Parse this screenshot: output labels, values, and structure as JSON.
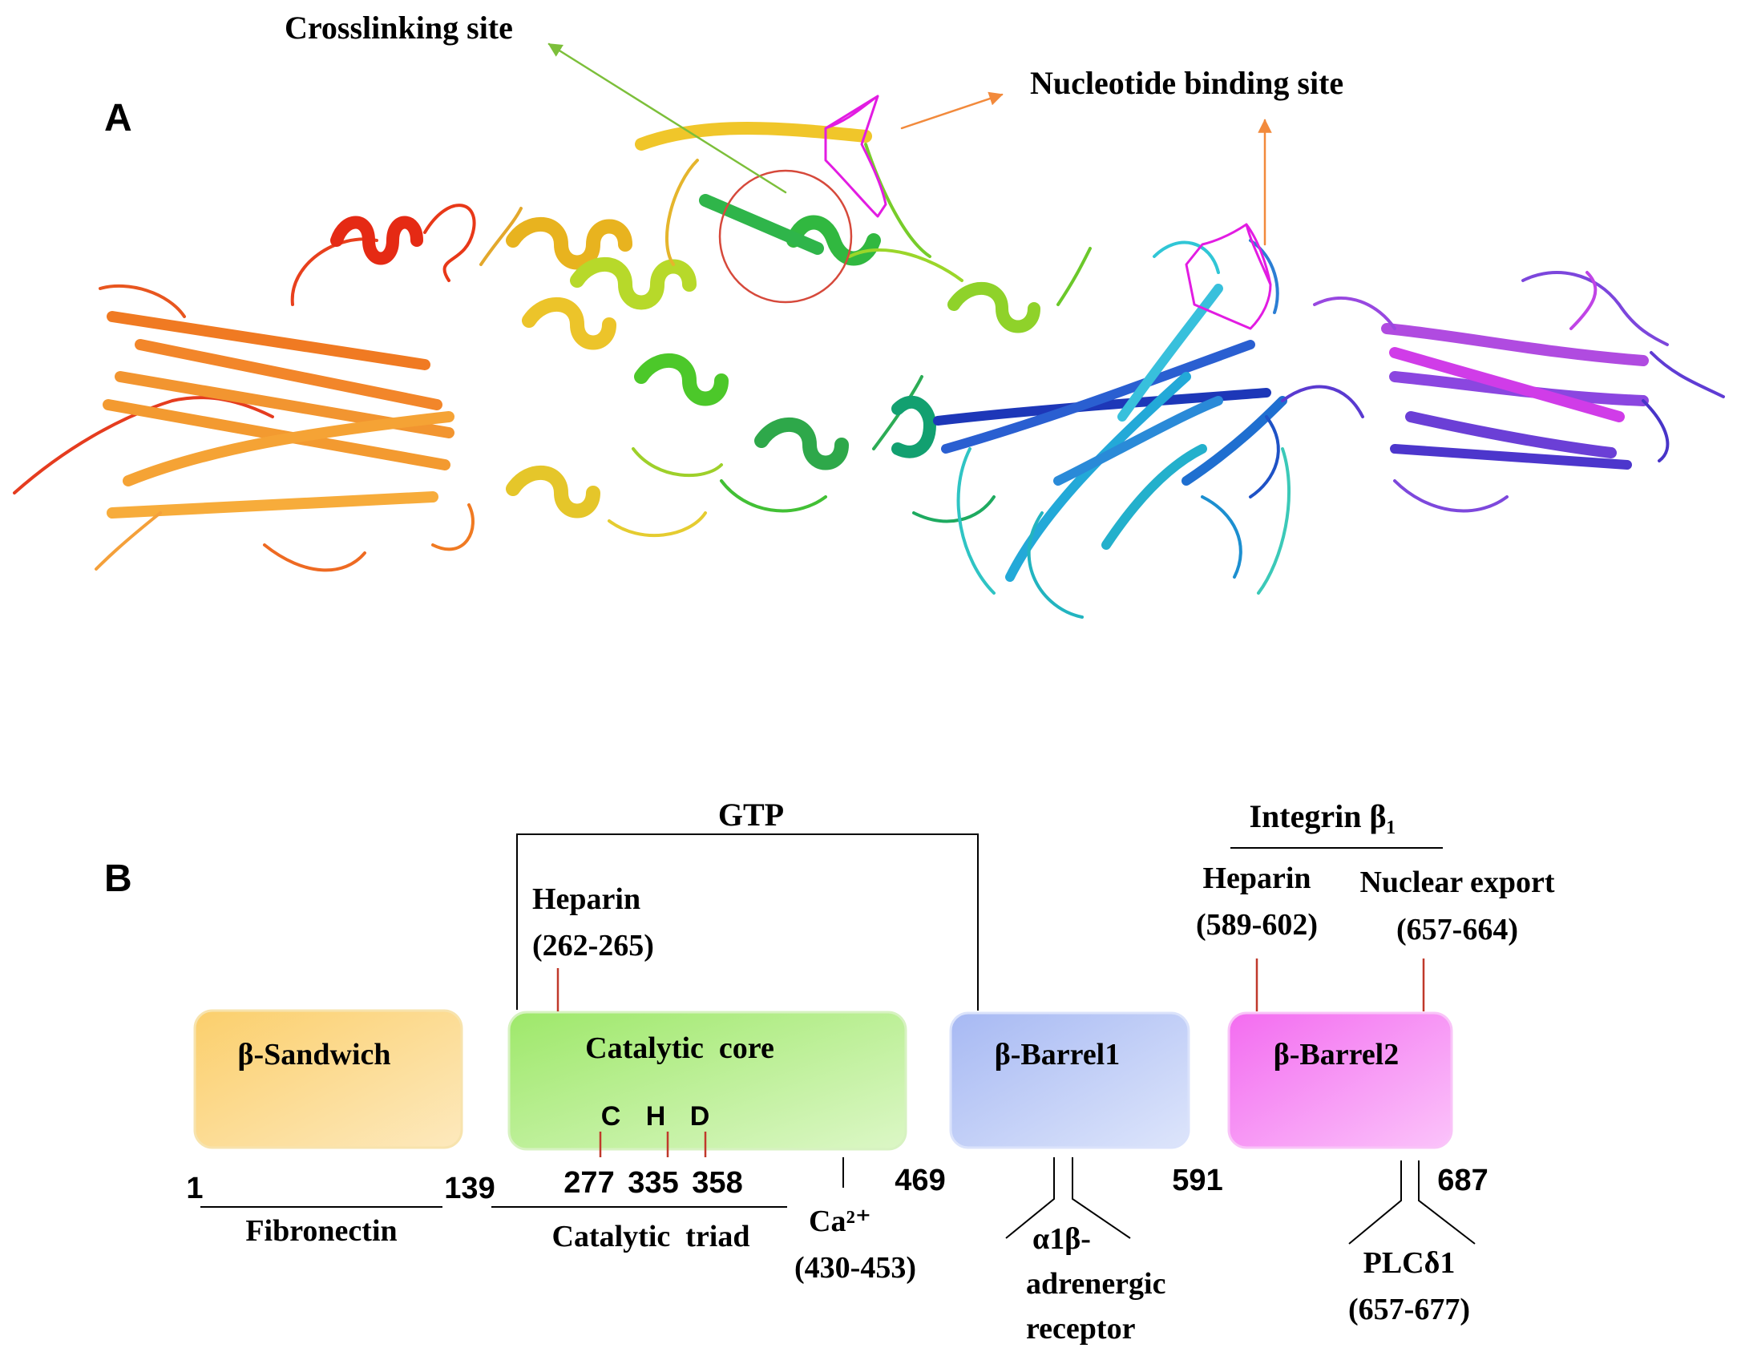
{
  "panel_a": {
    "label": "A",
    "crosslinking_label": "Crosslinking site",
    "nucleotide_label": "Nucleotide binding site"
  },
  "panel_b": {
    "label": "B",
    "domains": [
      {
        "name": "β-Sandwich",
        "color": "#fcd98a"
      },
      {
        "name": "Catalytic  core",
        "color": "#b6ee8a"
      },
      {
        "name": "β-Barrel1",
        "color": "#b9c8f6"
      },
      {
        "name": "β-Barrel2",
        "color": "#f78ef4"
      }
    ],
    "residue_boundaries": [
      "1",
      "139",
      "469",
      "591",
      "687"
    ],
    "catalytic_residues": [
      {
        "letter": "C",
        "position": "277"
      },
      {
        "letter": "H",
        "position": "335"
      },
      {
        "letter": "D",
        "position": "358"
      }
    ],
    "sites": {
      "gtp": "GTP",
      "integrin": "Integrin β₁",
      "heparin_1": [
        "Heparin",
        "(262-265)"
      ],
      "heparin_2": [
        "Heparin",
        "(589-602)"
      ],
      "nuclear_export": [
        "Nuclear export",
        "(657-664)"
      ],
      "fibronectin": "Fibronectin",
      "catalytic_triad": "Catalytic  triad",
      "calcium": [
        "Ca²⁺",
        "(430-453)"
      ],
      "adrenergic": [
        "α1β-",
        "adrenergic",
        "receptor"
      ],
      "plc": [
        "PLCδ1",
        "(657-677)"
      ]
    }
  }
}
